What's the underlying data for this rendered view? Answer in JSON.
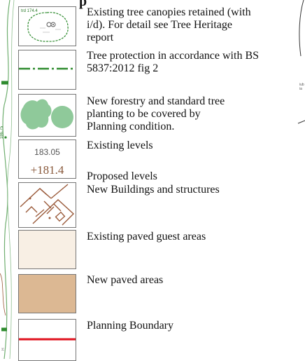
{
  "legend": {
    "title_fragment": "p",
    "items": [
      {
        "label": "Existing tree canopies retained (with\ni/d). For detail see Tree Heritage\nreport",
        "sample_text": "trd 174.4"
      },
      {
        "label": "Tree protection in accordance with BS\n5837:2012 fig 2"
      },
      {
        "label": "New forestry and standard tree\nplanting to be covered by\nPlanning condition."
      },
      {
        "label": "Existing levels",
        "sample_value": "183.05"
      },
      {
        "label": "Proposed levels",
        "sample_value": "+181.4"
      },
      {
        "label": "New Buildings and structures"
      },
      {
        "label": "Existing paved guest areas"
      },
      {
        "label": "New paved areas"
      },
      {
        "label": "Planning Boundary"
      }
    ]
  },
  "left_margin": {
    "level_label": "186.75"
  },
  "right_margin": {
    "note": "iub\nia"
  },
  "colors": {
    "tree_green": "#2e8b2e",
    "planting_fill": "#8fc99a",
    "existing_paved": "#f8efe4",
    "new_paved": "#dcb893",
    "boundary_red": "#e0131f",
    "building_brown": "#9a5a3a"
  }
}
